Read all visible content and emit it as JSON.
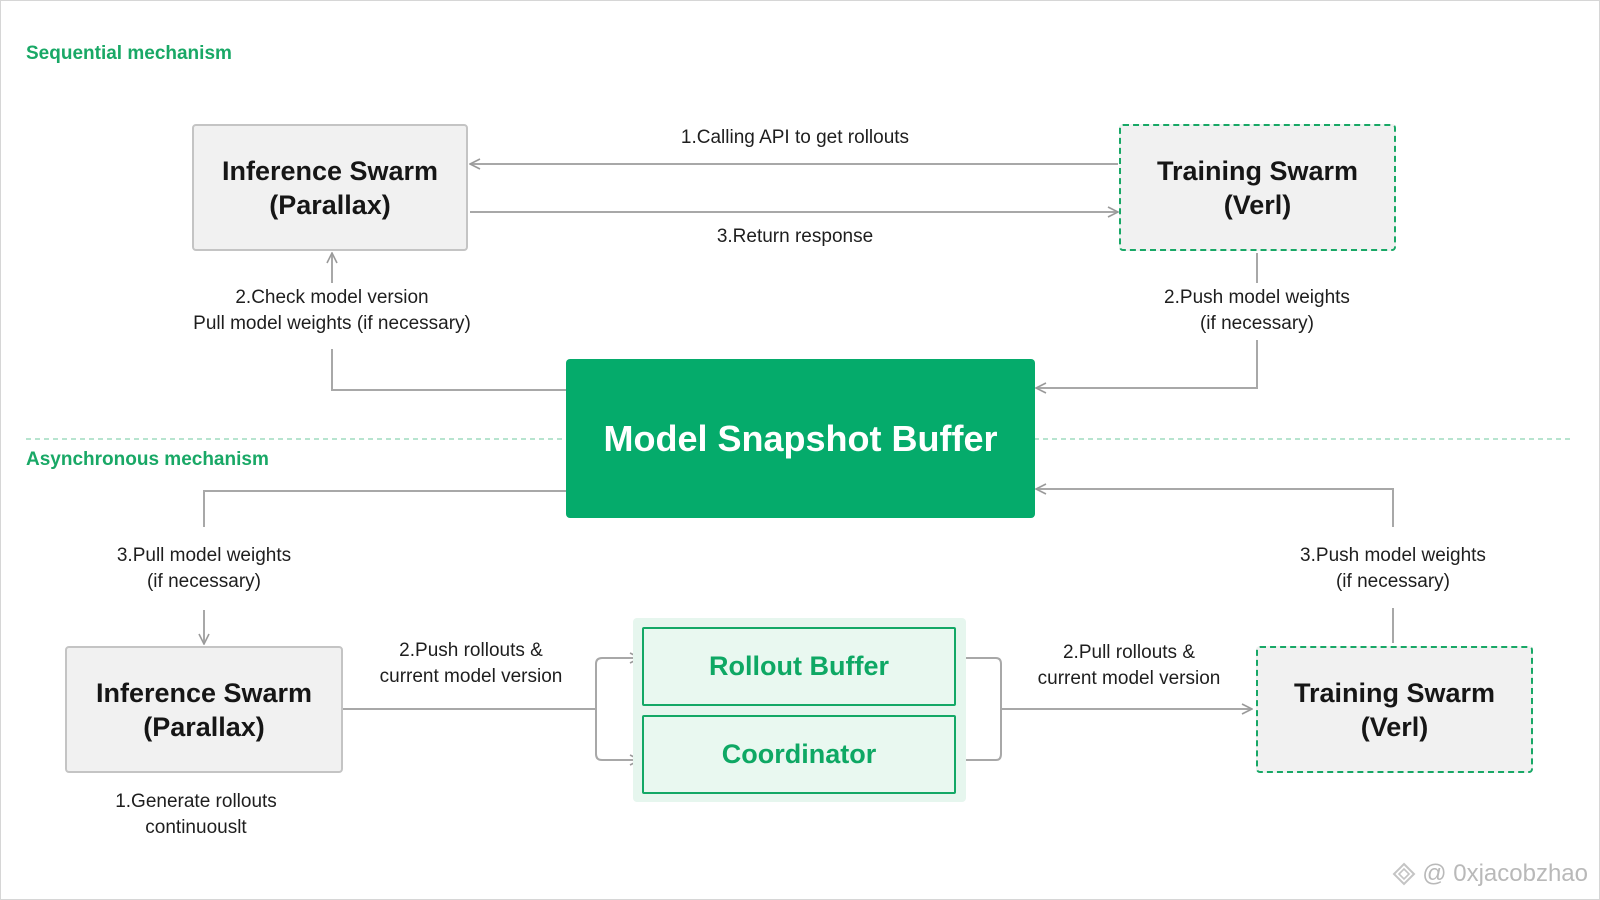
{
  "sections": {
    "sequential_title": "Sequential mechanism",
    "async_title": "Asynchronous mechanism"
  },
  "sequential": {
    "inference_box": {
      "line1": "Inference Swarm",
      "line2": "(Parallax)"
    },
    "training_box": {
      "line1": "Training Swarm",
      "line2": "(Verl)"
    },
    "edge_call_api": "1.Calling API to get rollouts",
    "edge_return": "3.Return response",
    "edge_check_line1": "2.Check model version",
    "edge_check_line2": "Pull model weights (if necessary)",
    "edge_push_line1": "2.Push model weights",
    "edge_push_line2": "(if necessary)"
  },
  "snapshot_buffer": "Model Snapshot Buffer",
  "async": {
    "inference_box": {
      "line1": "Inference Swarm",
      "line2": "(Parallax)"
    },
    "training_box": {
      "line1": "Training Swarm",
      "line2": "(Verl)"
    },
    "rollout_buffer": "Rollout Buffer",
    "coordinator": "Coordinator",
    "edge_pull_weights_line1": "3.Pull model weights",
    "edge_pull_weights_line2": "(if necessary)",
    "edge_push_weights_line1": "3.Push model weights",
    "edge_push_weights_line2": "(if necessary)",
    "edge_push_rollouts_line1": "2.Push rollouts &",
    "edge_push_rollouts_line2": "current model version",
    "edge_pull_rollouts_line1": "2.Pull rollouts &",
    "edge_pull_rollouts_line2": "current model version",
    "generate_line1": "1.Generate rollouts",
    "generate_line2": "continuouslt"
  },
  "watermark": "@ 0xjacobzhao",
  "colors": {
    "accent_green": "#05ab6b",
    "section_title": "#19a866",
    "connector_gray": "#a8a8a8",
    "divider": "#9fdcbf"
  },
  "icons": {
    "watermark_logo": "diamond-logo-icon"
  }
}
